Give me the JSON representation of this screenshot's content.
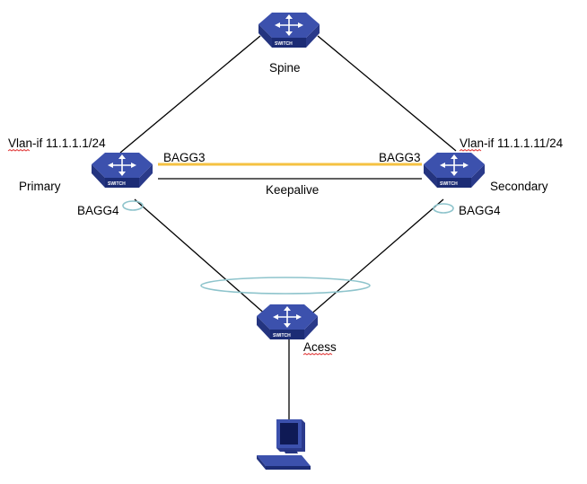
{
  "nodes": {
    "spine": {
      "label": "Spine",
      "icon": "switch-icon",
      "badge": "SWITCH"
    },
    "primary": {
      "label": "Primary",
      "icon": "switch-icon",
      "badge": "SWITCH",
      "vlan": "Vlan-if 11.1.1.1/24",
      "bagg_upper": "BAGG3",
      "bagg_lower": "BAGG4"
    },
    "secondary": {
      "label": "Secondary",
      "icon": "switch-icon",
      "badge": "SWITCH",
      "vlan": "Vlan-if 11.1.1.11/24",
      "bagg_upper": "BAGG3",
      "bagg_lower": "BAGG4"
    },
    "access": {
      "label": "Acess",
      "icon": "switch-icon",
      "badge": "SWITCH"
    },
    "host": {
      "icon": "computer-icon"
    }
  },
  "links": {
    "keepalive_label": "Keepalive"
  },
  "colors": {
    "switch_top": "#3a4fa8",
    "switch_side": "#1f2f7a",
    "link": "#000000",
    "bagg3_link": "#f5c242",
    "aggregation_ring": "#8ec4cc"
  }
}
